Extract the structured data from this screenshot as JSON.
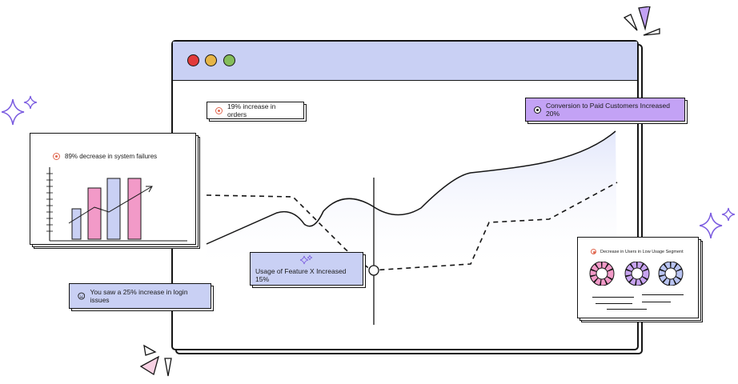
{
  "window": {
    "controls": [
      {
        "name": "close",
        "color": "#e23b3b"
      },
      {
        "name": "minimize",
        "color": "#e6b548"
      },
      {
        "name": "maximize",
        "color": "#84bd5a"
      }
    ],
    "titlebar_color": "#c9d0f4"
  },
  "callouts": {
    "orders": "19% increase in orders",
    "conversion": "Conversion to Paid Customers Increased  20%",
    "feature_usage": "Usage of Feature X Increased 15%",
    "login_issues": "You saw a 25% increase in login issues"
  },
  "cards": {
    "failures": {
      "title": "89% decrease in system failures",
      "bar_colors": [
        "#c9d0f4",
        "#f29ac8",
        "#c9d0f4",
        "#f29ac8"
      ]
    },
    "low_usage": {
      "title": "Decrease in Users in Low Usage Segment",
      "ring_colors": [
        "#f29ac8",
        "#c8a4f0",
        "#b9c4f2"
      ]
    }
  },
  "colors": {
    "accent_purple": "#c3a2f5",
    "accent_blue": "#c9d0f4",
    "accent_pink": "#f29ac8",
    "ink": "#151515"
  }
}
